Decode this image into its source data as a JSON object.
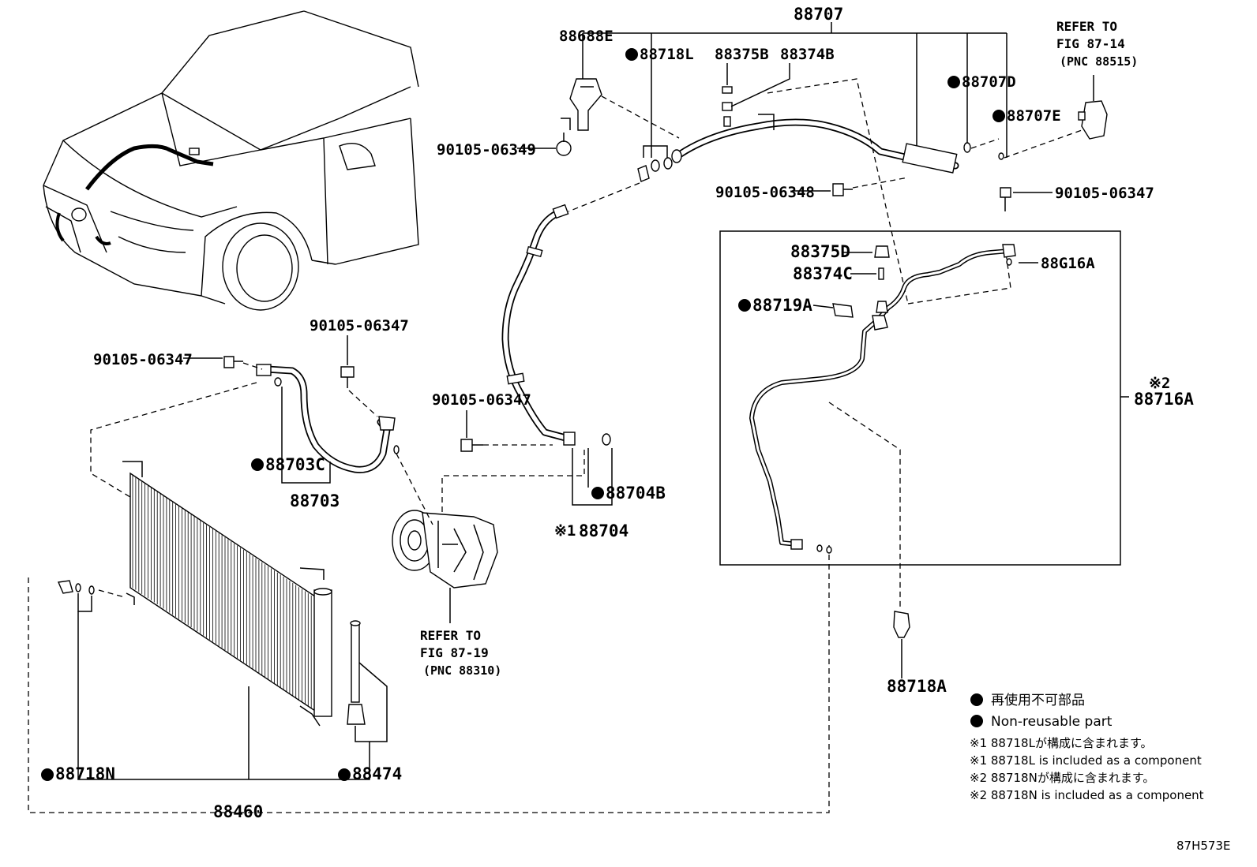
{
  "labels": {
    "p88707": "88707",
    "p88688E": "88688E",
    "p88718L": "88718L",
    "p88375B": "88375B",
    "p88374B": "88374B",
    "p88707D": "88707D",
    "p88707E": "88707E",
    "p90105_06349": "90105-06349",
    "p90105_06348": "90105-06348",
    "p90105_06347_a": "90105-06347",
    "p90105_06347_b": "90105-06347",
    "p90105_06347_c": "90105-06347",
    "p90105_06347_d": "90105-06347",
    "p88375D": "88375D",
    "p88374C": "88374C",
    "p88719A": "88719A",
    "p88G16A": "88G16A",
    "p88716A": "88716A",
    "p88703C": "88703C",
    "p88703": "88703",
    "p88704B": "88704B",
    "p88704": "88704",
    "p88718A": "88718A",
    "p88718N": "88718N",
    "p88474": "88474",
    "p88460": "88460"
  },
  "notes": {
    "note1_mark": "※1",
    "note2_mark": "※2"
  },
  "references": {
    "ref1": {
      "line1": "REFER TO",
      "line2": "FIG 87-14",
      "line3": "(PNC 88515)"
    },
    "ref2": {
      "line1": "REFER TO",
      "line2": "FIG 87-19",
      "line3": "(PNC 88310)"
    }
  },
  "legend": {
    "non_reusable_jp": "再使用不可部品",
    "non_reusable_en": "Non-reusable part",
    "note1_jp": "※1 88718Lが構成に含まれます。",
    "note1_en": "※1 88718L is included as a component",
    "note2_jp": "※2 88718Nが構成に含まれます。",
    "note2_en": "※2 88718N is included as a component"
  },
  "figure_code": "87H573E"
}
